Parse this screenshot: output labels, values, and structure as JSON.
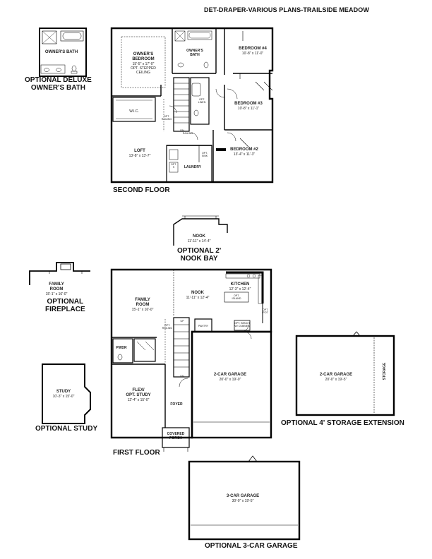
{
  "document": {
    "title": "DET-DRAPER-VARIOUS PLANS-TRAILSIDE MEADOW"
  },
  "captions": {
    "optional_deluxe_owners_bath": [
      "OPTIONAL DELUXE",
      "OWNER'S BATH"
    ],
    "second_floor": "SECOND FLOOR",
    "optional_nook_bay": [
      "OPTIONAL 2'",
      "NOOK BAY"
    ],
    "optional_fireplace": [
      "OPTIONAL",
      "FIREPLACE"
    ],
    "optional_study": "OPTIONAL STUDY",
    "first_floor": "FIRST FLOOR",
    "optional_storage_extension": "OPTIONAL 4' STORAGE EXTENSION",
    "optional_3car_garage": "OPTIONAL 3-CAR GARAGE"
  },
  "rooms": {
    "deluxe_owners_bath": "OWNER'S BATH",
    "owners_bedroom": [
      "OWNER'S",
      "BEDROOM",
      "15'-5\" x 17'-0\"",
      "OPT. STEPPED",
      "CEILING"
    ],
    "owners_bath": [
      "OWNER'S",
      "BATH"
    ],
    "wic": "W.I.C.",
    "opt_railing_2f": [
      "OPT.",
      "RAILING"
    ],
    "dn_railing": [
      "DN",
      "RAILING"
    ],
    "loft": [
      "LOFT",
      "13'-8\" x 13'-7\""
    ],
    "opt_linen": [
      "OPT.",
      "LINEN"
    ],
    "bedroom4": [
      "BEDROOM #4",
      "10'-8\" x 11'-0\""
    ],
    "bedroom3": [
      "BEDROOM #3",
      "10'-8\" x 11'-1\""
    ],
    "bedroom2": [
      "BEDROOM #2",
      "13'-4\" x 11'-3\""
    ],
    "laundry": "LAUNDRY",
    "opt_sink": [
      "OPT.",
      "SINK"
    ],
    "opt_s": [
      "OPT.",
      "S"
    ],
    "nook_bay": [
      "NOOK",
      "11'-11\" x 14'-4\""
    ],
    "family_room_fireplace": [
      "FAMILY",
      "ROOM",
      "15'-1\" x 16'-0\""
    ],
    "family_room": [
      "FAMILY",
      "ROOM",
      "15'-1\" x 16'-0\""
    ],
    "opt_railing_1f": [
      "OPT.",
      "RAILING"
    ],
    "up": "UP",
    "dn": "DN",
    "nook": [
      "NOOK",
      "11'-11\" x 12'-4\""
    ],
    "kitchen": [
      "KITCHEN",
      "12'-3\" x 12'-4\""
    ],
    "opt_island": [
      "OPT.",
      "ISLAND"
    ],
    "pantry": "PANTRY",
    "opt_bench": [
      "OPT. BENCH",
      "W/ CUBBIES"
    ],
    "opt_pot": [
      "OPT.",
      "POT"
    ],
    "pwdr": "PWDR",
    "two_car_garage": [
      "2-CAR GARAGE",
      "20'-0\" x 19'-0\""
    ],
    "flex_study": [
      "FLEX/",
      "OPT. STUDY",
      "12'-4\" x 15'-0\""
    ],
    "foyer": "FOYER",
    "covered_porch": [
      "COVERED",
      "PORCH"
    ],
    "study": [
      "STUDY",
      "10'-3\" x 15'-0\""
    ],
    "storage_garage": [
      "2-CAR GARAGE",
      "20'-0\" x 19'-5\""
    ],
    "storage": "STORAGE",
    "three_car_garage": [
      "3-CAR GARAGE",
      "30'-0\" x 19'-5\""
    ]
  }
}
